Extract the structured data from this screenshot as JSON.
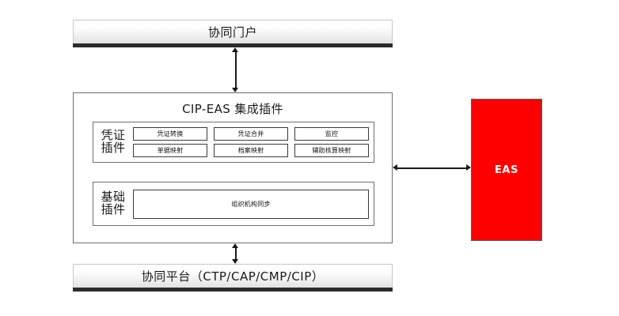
{
  "diagram": {
    "title": "CIP-EAS 集成插件",
    "background_color": "#ffffff"
  },
  "top_bar": {
    "label": "协同门户"
  },
  "bottom_bar": {
    "label": "协同平台（CTP/CAP/CMP/CIP）"
  },
  "container": {
    "title": "CIP-EAS 集成插件",
    "groups": [
      {
        "id": "voucher",
        "label_line1": "凭证",
        "label_line2": "插件",
        "rows": [
          [
            "凭证转换",
            "凭证合并",
            "监控"
          ],
          [
            "单据映射",
            "档案映射",
            "辅助核算映射"
          ]
        ]
      },
      {
        "id": "basic",
        "label_line1": "基础",
        "label_line2": "插件",
        "rows": [
          [
            "组织机构同步"
          ]
        ]
      }
    ]
  },
  "eas": {
    "label": "EAS",
    "fill_color": "#FF0000",
    "text_color": "#ffffff"
  },
  "connectors": {
    "portal_link": "双向箭头",
    "platform_link": "双向箭头",
    "eas_link": "双向箭头"
  }
}
